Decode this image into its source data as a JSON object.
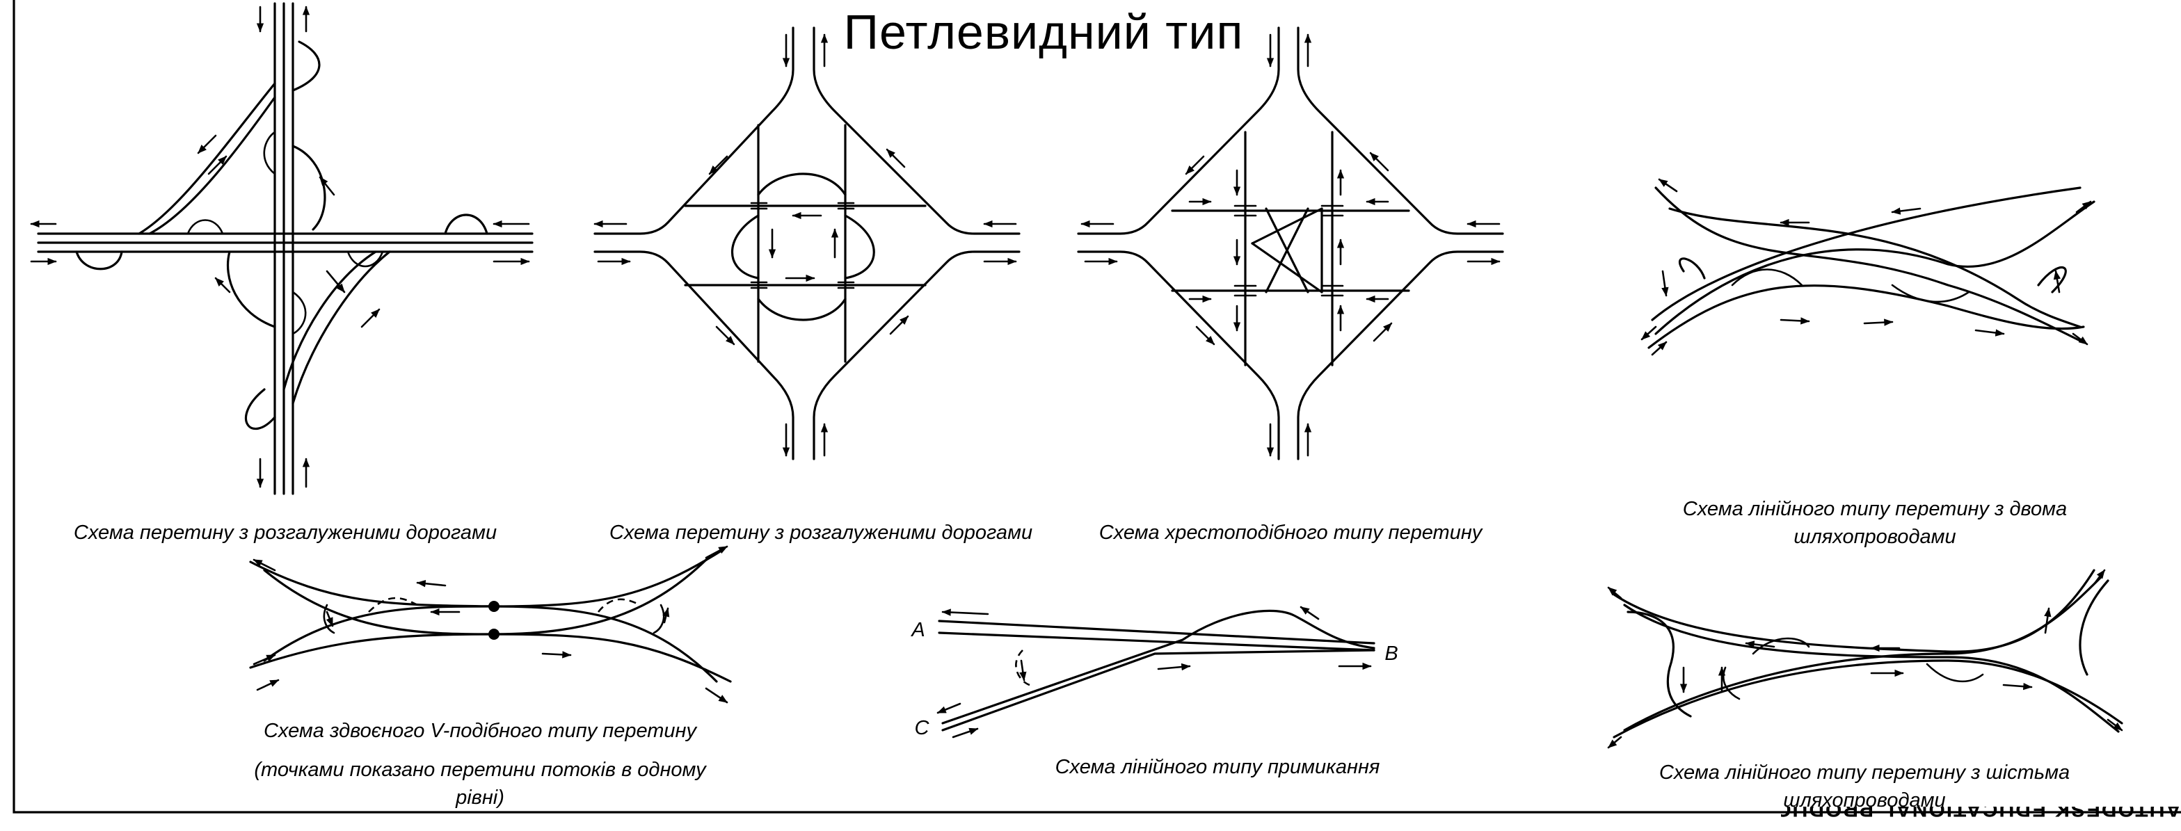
{
  "title": "Петлевидний тип",
  "captions": {
    "c1": "Схема перетину з розгалуженими дорогами",
    "c2": "Схема перетину з розгалуженими дорогами",
    "c3": "Схема хрестоподібного типу перетину",
    "c4": "Схема лінійного типу перетину з двома шляхопроводами",
    "c5": "Схема здвоєного V-подібного типу перетину",
    "c5_note": "(точками показано перетини потоків в одному рівні)",
    "c6": "Схема лінійного типу примикання",
    "c7": "Схема лінійного типу перетину з шістьма шляхопроводами"
  },
  "labels": {
    "a": "A",
    "b": "B",
    "c": "C"
  },
  "watermark": "AUTODESK EDUCATIONAL PRODUCT"
}
